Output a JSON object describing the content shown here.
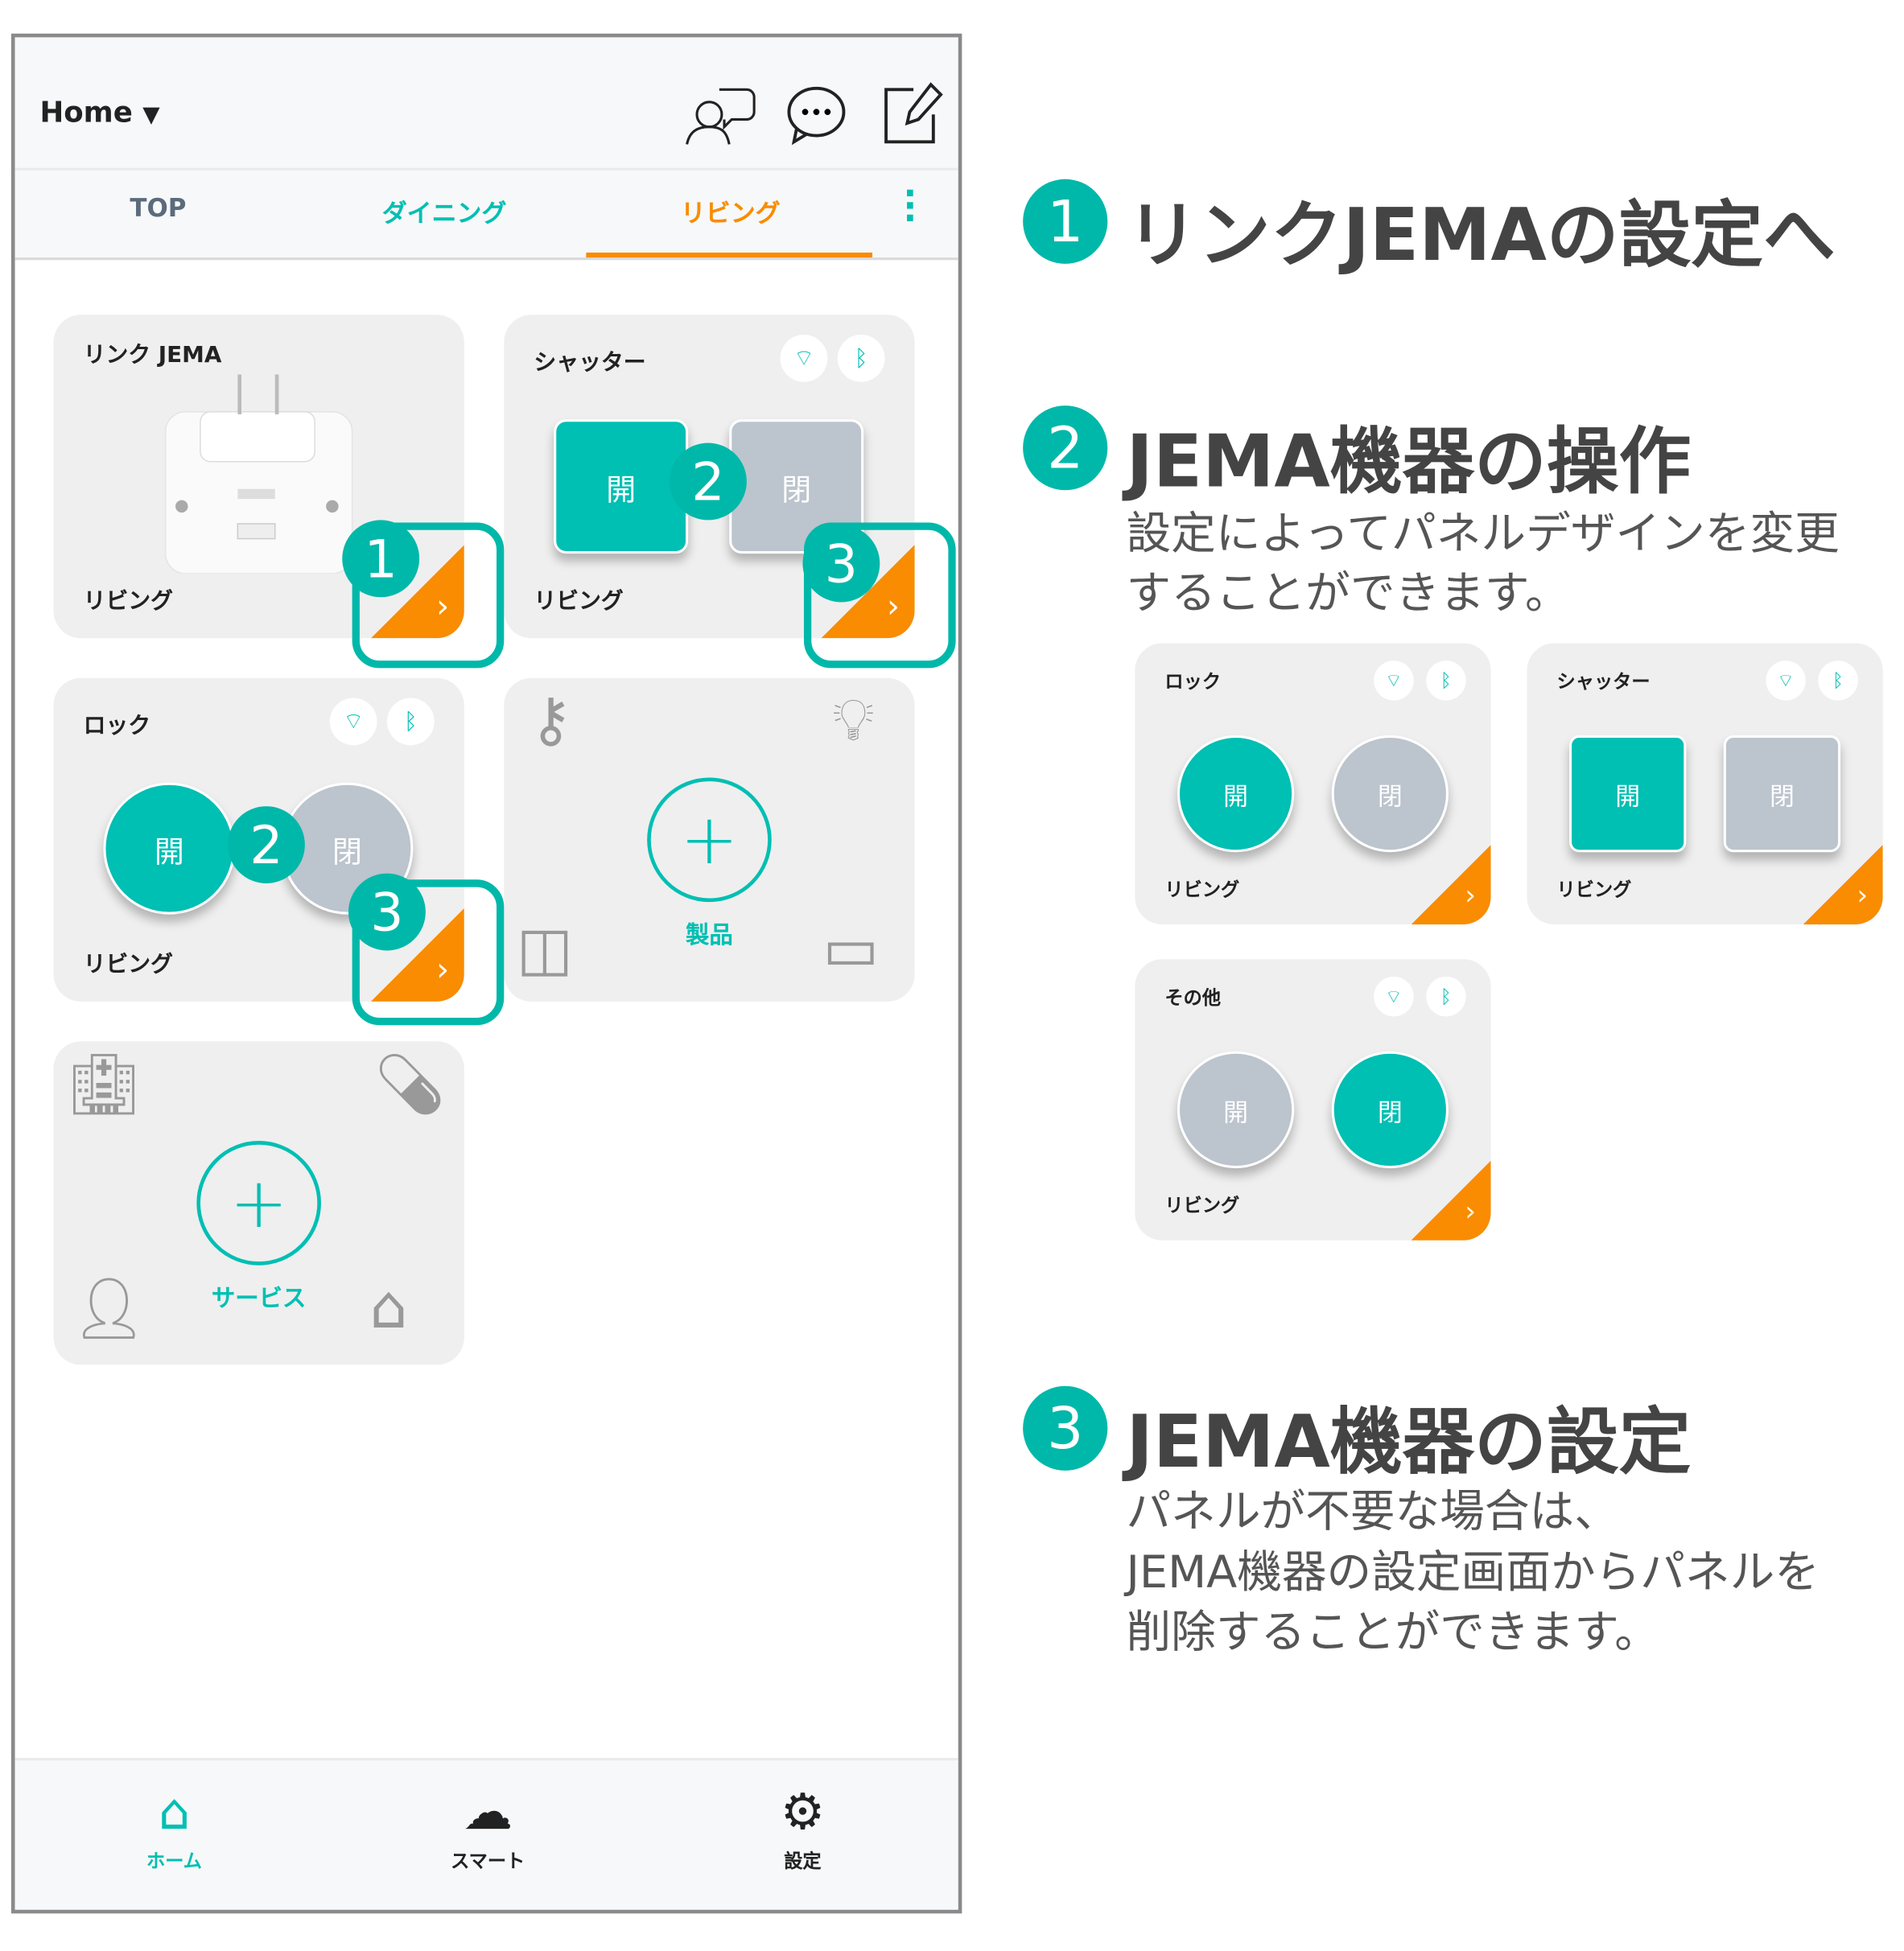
{
  "header": {
    "home_label": "Home",
    "dropdown_icon": "caret-down-icon",
    "icons": [
      "people-chat-icon",
      "chat-bubble-icon",
      "edit-icon"
    ]
  },
  "tabs": [
    {
      "label": "TOP",
      "color": "#5b6b7b"
    },
    {
      "label": "ダイニング",
      "color": "#00bfb3"
    },
    {
      "label": "リビング",
      "color": "#f98c00",
      "active": true
    }
  ],
  "cards": {
    "link_jema": {
      "title": "リンク JEMA",
      "room": "リビング"
    },
    "shutter": {
      "title": "シャッター",
      "room": "リビング",
      "open": "開",
      "close": "閉"
    },
    "lock": {
      "title": "ロック",
      "room": "リビング",
      "open": "開",
      "close": "閉"
    },
    "products": {
      "label": "製品"
    },
    "services": {
      "label": "サービス"
    }
  },
  "nav": [
    {
      "label": "ホーム",
      "icon": "home-icon"
    },
    {
      "label": "スマート",
      "icon": "cloud-icon"
    },
    {
      "label": "設定",
      "icon": "gear-icon"
    }
  ],
  "markers": [
    "1",
    "2",
    "3"
  ],
  "guide": {
    "s1": {
      "num": "1",
      "title": "リンクJEMAの設定へ"
    },
    "s2": {
      "num": "2",
      "title": "JEMA機器の操作",
      "desc1": "設定によってパネルデザインを変更",
      "desc2": "することができます。"
    },
    "s3": {
      "num": "3",
      "title": "JEMA機器の設定",
      "desc1": "パネルが不要な場合は、",
      "desc2": "JEMA機器の設定画面からパネルを",
      "desc3": "削除することができます。"
    },
    "samples": [
      {
        "title": "ロック",
        "room": "リビング",
        "open": "開",
        "close": "閉"
      },
      {
        "title": "シャッター",
        "room": "リビング",
        "open": "開",
        "close": "閉"
      },
      {
        "title": "その他",
        "room": "リビング",
        "open": "開",
        "close": "閉"
      }
    ]
  },
  "colors": {
    "teal": "#00bfb3",
    "orange": "#f98c00",
    "grey": "#bcc4cd"
  }
}
